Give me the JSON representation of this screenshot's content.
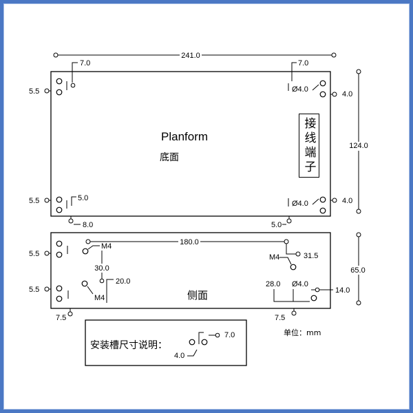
{
  "frame_color": "#4b78c4",
  "top_view": {
    "width_dim": "241.0",
    "height_dim": "124.0",
    "title": "Planform",
    "subtitle": "底面",
    "terminal_label": "接线端子",
    "top_left_offset": "7.0",
    "top_right_offset": "7.0",
    "left_top_offset": "5.5",
    "left_bottom_offset": "5.5",
    "right_top_offset": "4.0",
    "right_bottom_offset": "4.0",
    "hole_dia_top": "Ø4.0",
    "hole_dia_bottom": "Ø4.0",
    "bottom_left_offset": "5.0",
    "below_left_offset": "8.0",
    "below_right_offset": "5.0"
  },
  "side_view": {
    "hole_spacing": "180.0",
    "height_dim": "65.0",
    "title": "侧面",
    "m4_top_left": "M4",
    "m4_right": "M4",
    "m4_bottom_left": "M4",
    "dim_30": "30.0",
    "dim_20": "20.0",
    "dim_31_5": "31.5",
    "dim_28": "28.0",
    "hole_dia": "Ø4.0",
    "dim_14": "14.0",
    "left_top_offset": "5.5",
    "left_bottom_offset": "5.5",
    "bottom_left_offset": "7.5",
    "bottom_right_offset": "7.5"
  },
  "unit_note": "单位：mm",
  "slot_note": {
    "label": "安装槽尺寸说明：",
    "dim_7": "7.0",
    "dim_4": "4.0"
  }
}
